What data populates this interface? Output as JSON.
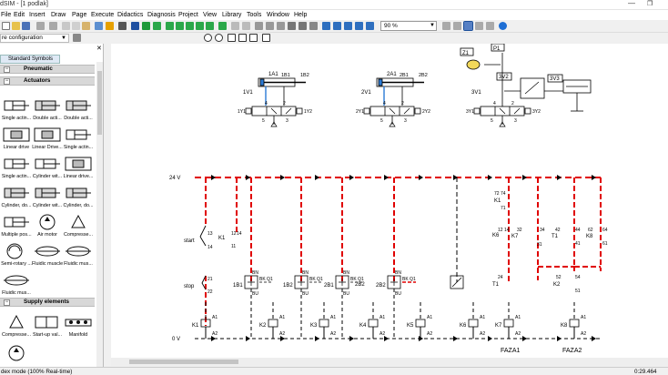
{
  "window": {
    "title": "dSIM - [1 podlak]",
    "minimize": "—",
    "maximize": "❐"
  },
  "menu": [
    "File",
    "Edit",
    "Insert",
    "Draw",
    "Page",
    "Execute",
    "Didactics",
    "Diagnosis",
    "Project",
    "View",
    "Library",
    "Tools",
    "Window",
    "Help"
  ],
  "toolbar": {
    "zoom": "90 %",
    "configuration": "re configuration"
  },
  "library": {
    "tab": "Standard Symbols",
    "sections": {
      "pneumatic": "Pneumatic",
      "actuators": "Actuators",
      "supply": "Supply elements"
    },
    "toggle": "−",
    "actuators": [
      "Single actin...",
      "Double acti...",
      "Double acti...",
      "Linear drive",
      "Linear Drive...",
      "Single actin...",
      "Single actin...",
      "Cylinder wit...",
      "Linear drive...",
      "Cylinder, do...",
      "Cylinder wit...",
      "Cylinder, do...",
      "Multiple pos...",
      "Air motor",
      "Compresse...",
      "Semi-rotary ...",
      "Fluidic muscle",
      "Fluidic mus...",
      "Fluidic mus..."
    ],
    "supply": [
      "Compresse...",
      "Start-up val...",
      "Manifold"
    ]
  },
  "diagram": {
    "cylinders": {
      "c1": "1A1",
      "c2": "2A1",
      "z1": "Z1",
      "p1": "P1"
    },
    "sensor_labels": {
      "s11": "1B1",
      "s12": "1B2",
      "s21": "2B1",
      "s22": "2B2"
    },
    "valves": {
      "v1": "1V1",
      "v2": "2V1",
      "v3": "3V1",
      "v32": "3V2",
      "v33": "3V3"
    },
    "coils": {
      "a1": "1Y1",
      "a2": "1Y2",
      "b1": "2Y1",
      "b2": "2Y2",
      "c1": "3Y1",
      "c2": "3Y2"
    },
    "ports": {
      "p4": "4",
      "p2": "2",
      "p5": "5",
      "p3": "3",
      "p1": "1"
    },
    "rails": {
      "top": "24 V",
      "bottom": "0 V"
    },
    "buttons": {
      "start": "start",
      "stop": "stop"
    },
    "contacts": {
      "k1": "K1",
      "k6": "K6",
      "k7": "K7",
      "k2": "K2",
      "t1": "T1",
      "k8": "K8"
    },
    "pins": {
      "n13": "13",
      "n14": "14",
      "n12": "12",
      "n11": "11",
      "n21": "21",
      "n22": "22",
      "n72": "72",
      "n74": "74",
      "n71": "71",
      "n32": "32",
      "n34": "34",
      "n31": "31",
      "n24": "24",
      "n42": "42",
      "n44": "44",
      "n41": "41",
      "n62": "62",
      "n64": "64",
      "n61": "61",
      "n52": "52",
      "n54": "54",
      "n51": "51"
    },
    "sensors": {
      "s1b1": "1B1",
      "s1b2": "1B2",
      "s2b1": "2B1",
      "s2b2": "2B2"
    },
    "sensor_pins": {
      "bn": "BN",
      "bu": "BU",
      "bk": "BK",
      "q1": "Q1"
    },
    "relays": [
      "K1",
      "K2",
      "K3",
      "K4",
      "K5",
      "K6",
      "K7",
      "K8"
    ],
    "coil_pins": {
      "a1": "A1",
      "a2": "A2"
    },
    "phases": {
      "f1": "FAZA1",
      "f2": "FAZA2"
    }
  },
  "status": {
    "mode": "dex mode (100% Real-time)",
    "time": "0:29.464"
  },
  "colors": {
    "active": "#e00000",
    "wire": "#000000",
    "highlight": "#2a7ad5"
  }
}
